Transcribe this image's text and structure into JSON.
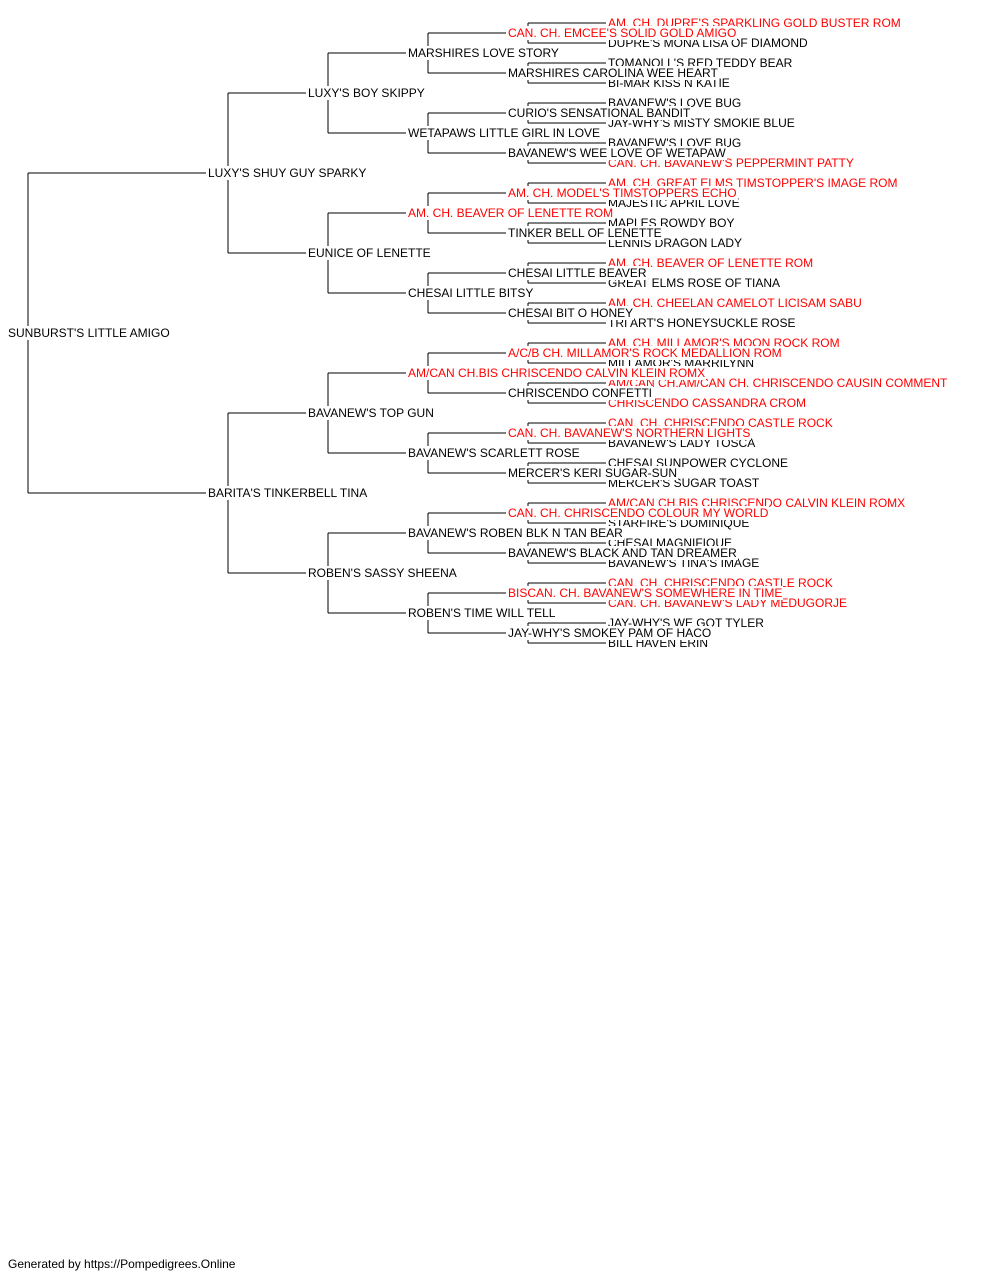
{
  "pedigree": {
    "subject": "SUNBURST'S LITTLE AMIGO",
    "sire": {
      "name": "LUXY'S SHUY GUY SPARKY",
      "sire": {
        "name": "LUXY'S BOY SKIPPY",
        "sire": {
          "name": "MARSHIRES LOVE STORY",
          "sire": {
            "name": "CAN. CH. EMCEE'S SOLID GOLD AMIGO",
            "champion": true,
            "sire": {
              "name": "AM. CH. DUPRE'S SPARKLING GOLD BUSTER ROM",
              "champion": true
            },
            "dam": {
              "name": "DUPRE'S MONA LISA OF DIAMOND"
            }
          },
          "dam": {
            "name": "MARSHIRES CAROLINA WEE HEART",
            "sire": {
              "name": "TOMANOLL'S RED TEDDY BEAR"
            },
            "dam": {
              "name": "BI-MAR KISS N KATIE"
            }
          }
        },
        "dam": {
          "name": "WETAPAWS LITTLE GIRL IN LOVE",
          "sire": {
            "name": "CURIO'S SENSATIONAL BANDIT",
            "sire": {
              "name": "BAVANEW'S LOVE BUG"
            },
            "dam": {
              "name": "JAY-WHY'S MISTY SMOKIE BLUE"
            }
          },
          "dam": {
            "name": "BAVANEW'S WEE LOVE OF WETAPAW",
            "sire": {
              "name": "BAVANEW'S LOVE BUG"
            },
            "dam": {
              "name": "CAN. CH. BAVANEW'S PEPPERMINT PATTY",
              "champion": true
            }
          }
        }
      },
      "dam": {
        "name": "EUNICE OF LENETTE",
        "sire": {
          "name": "AM. CH. BEAVER OF LENETTE ROM",
          "champion": true,
          "sire": {
            "name": "AM. CH. MODEL'S TIMSTOPPERS ECHO",
            "champion": true,
            "sire": {
              "name": "AM. CH. GREAT ELMS TIMSTOPPER'S IMAGE ROM",
              "champion": true
            },
            "dam": {
              "name": "MAJESTIC APRIL LOVE"
            }
          },
          "dam": {
            "name": "TINKER BELL OF LENETTE",
            "sire": {
              "name": "MAPLES ROWDY BOY"
            },
            "dam": {
              "name": "LENNIS DRAGON LADY"
            }
          }
        },
        "dam": {
          "name": "CHESAI LITTLE BITSY",
          "sire": {
            "name": "CHESAI LITTLE BEAVER",
            "sire": {
              "name": "AM. CH. BEAVER OF LENETTE ROM",
              "champion": true
            },
            "dam": {
              "name": "GREAT ELMS ROSE OF TIANA"
            }
          },
          "dam": {
            "name": "CHESAI BIT O HONEY",
            "sire": {
              "name": "AM. CH. CHEELAN CAMELOT LICISAM SABU",
              "champion": true
            },
            "dam": {
              "name": "TRI ART'S HONEYSUCKLE ROSE"
            }
          }
        }
      }
    },
    "dam": {
      "name": "BARITA'S TINKERBELL TINA",
      "sire": {
        "name": "BAVANEW'S TOP GUN",
        "sire": {
          "name": "AM/CAN CH.BIS CHRISCENDO CALVIN KLEIN ROMX",
          "champion": true,
          "sire": {
            "name": "A/C/B CH. MILLAMOR'S ROCK MEDALLION ROM",
            "champion": true,
            "sire": {
              "name": "AM. CH. MILLAMOR'S MOON ROCK ROM",
              "champion": true
            },
            "dam": {
              "name": "MILLAMOR'S MARRILYNN"
            }
          },
          "dam": {
            "name": "CHRISCENDO CONFETTI",
            "sire": {
              "name": "AM/CAN CH.AM/CAN CH. CHRISCENDO CAUSIN COMMENT",
              "champion": true
            },
            "dam": {
              "name": "CHRISCENDO CASSANDRA CROM",
              "champion": true
            }
          }
        },
        "dam": {
          "name": "BAVANEW'S SCARLETT ROSE",
          "sire": {
            "name": "CAN. CH. BAVANEW'S NORTHERN LIGHTS",
            "champion": true,
            "sire": {
              "name": "CAN. CH. CHRISCENDO CASTLE ROCK",
              "champion": true
            },
            "dam": {
              "name": "BAVANEW'S LADY TOSCA"
            }
          },
          "dam": {
            "name": "MERCER'S KERI SUGAR-SUN",
            "sire": {
              "name": "CHESAI SUNPOWER CYCLONE"
            },
            "dam": {
              "name": "MERCER'S SUGAR TOAST"
            }
          }
        }
      },
      "dam": {
        "name": "ROBEN'S SASSY SHEENA",
        "sire": {
          "name": "BAVANEW'S ROBEN BLK N TAN BEAR",
          "sire": {
            "name": "CAN. CH. CHRISCENDO COLOUR MY WORLD",
            "champion": true,
            "sire": {
              "name": "AM/CAN CH.BIS CHRISCENDO CALVIN KLEIN ROMX",
              "champion": true
            },
            "dam": {
              "name": "STARFIRE'S DOMINIQUE"
            }
          },
          "dam": {
            "name": "BAVANEW'S BLACK AND TAN DREAMER",
            "sire": {
              "name": "CHESAI MAGNIFIQUE"
            },
            "dam": {
              "name": "BAVANEW'S TINA'S IMAGE"
            }
          }
        },
        "dam": {
          "name": "ROBEN'S TIME WILL TELL",
          "sire": {
            "name": "BISCAN. CH. BAVANEW'S SOMEWHERE IN TIME",
            "champion": true,
            "sire": {
              "name": "CAN. CH. CHRISCENDO CASTLE ROCK",
              "champion": true
            },
            "dam": {
              "name": "CAN. CH. BAVANEW'S LADY MEDUGORJE",
              "champion": true
            }
          },
          "dam": {
            "name": "JAY-WHY'S SMOKEY PAM OF HACO",
            "sire": {
              "name": "JAY-WHY'S WE GOT TYLER"
            },
            "dam": {
              "name": "BILL HAVEN ERIN"
            }
          }
        }
      }
    }
  },
  "footer": "Generated by https://Pompedigrees.Online",
  "colors": {
    "champion": "#ff0000",
    "normal": "#000000",
    "line": "#000000"
  }
}
